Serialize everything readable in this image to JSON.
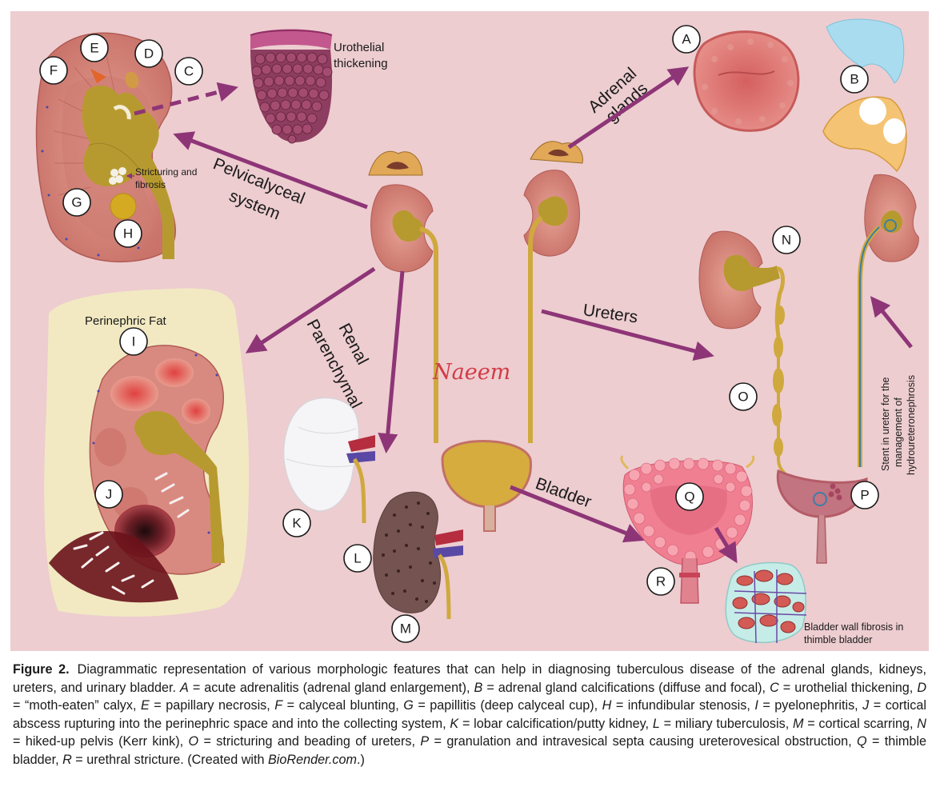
{
  "labels": {
    "urothelial_1": "Urothelial",
    "urothelial_2": "thickening",
    "adrenal_1": "Adrenal",
    "adrenal_2": "glands",
    "pelvi_1": "Pelvicalyceal",
    "pelvi_2": "system",
    "stricturing_1": "Stricturing and",
    "stricturing_2": "fibrosis",
    "perinephric": "Perinephric Fat",
    "renal_1": "Renal",
    "renal_2": "Parenchymal",
    "ureters": "Ureters",
    "bladder": "Bladder",
    "signature": "Naeem",
    "bladder_fibrosis_1": "Bladder wall fibrosis in",
    "bladder_fibrosis_2": "thimble bladder",
    "stent_1": "Stent in ureter for the",
    "stent_2": "management of",
    "stent_3": "hydroureteronephrosis"
  },
  "markers": {
    "A": "A",
    "B": "B",
    "C": "C",
    "D": "D",
    "E": "E",
    "F": "F",
    "G": "G",
    "H": "H",
    "I": "I",
    "J": "J",
    "K": "K",
    "L": "L",
    "M": "M",
    "N": "N",
    "O": "O",
    "P": "P",
    "Q": "Q",
    "R": "R"
  },
  "caption": {
    "figure_number": "Figure 2.",
    "intro": "Diagrammatic representation of various morphologic features that can help in diagnosing tuberculous disease of the adrenal glands, kidneys, ureters, and urinary bladder.",
    "items": [
      {
        "key": "A",
        "text": " = acute adrenalitis (adrenal gland enlargement), "
      },
      {
        "key": "B",
        "text": " = adrenal gland calcifications (diffuse and focal), "
      },
      {
        "key": "C",
        "text": " = urothelial thickening, "
      },
      {
        "key": "D",
        "text": " = “moth-eaten” calyx, "
      },
      {
        "key": "E",
        "text": " = papillary necrosis, "
      },
      {
        "key": "F",
        "text": " = calyceal blunting, "
      },
      {
        "key": "G",
        "text": " = papillitis (deep calyceal cup), "
      },
      {
        "key": "H",
        "text": " = infundibular stenosis, "
      },
      {
        "key": "I",
        "text": " = pyelonephritis, "
      },
      {
        "key": "J",
        "text": " = cortical abscess rupturing into the perinephric space and into the collecting system, "
      },
      {
        "key": "K",
        "text": " = lobar calcification/putty kidney, "
      },
      {
        "key": "L",
        "text": " = miliary tuberculosis, "
      },
      {
        "key": "M",
        "text": " = cortical scarring, "
      },
      {
        "key": "N",
        "text": " = hiked-up pelvis (Kerr kink), "
      },
      {
        "key": "O",
        "text": " = stricturing and beading of ureters, "
      },
      {
        "key": "P",
        "text": " = granulation and intravesical septa causing ureterovesical obstruction, "
      },
      {
        "key": "Q",
        "text": " = thimble bladder, "
      },
      {
        "key": "R",
        "text": " = urethral stricture. "
      }
    ],
    "credit_prefix": "(Created with ",
    "credit_site": "BioRender.com",
    "credit_suffix": ".)"
  },
  "colors": {
    "background": "#edcdd0",
    "arrow": "#8e3577",
    "kidney_cortex": "#d98a80",
    "collecting_system": "#b79a2f",
    "ureter": "#cfa93d",
    "perinephric_fat": "#f2e9c2"
  }
}
